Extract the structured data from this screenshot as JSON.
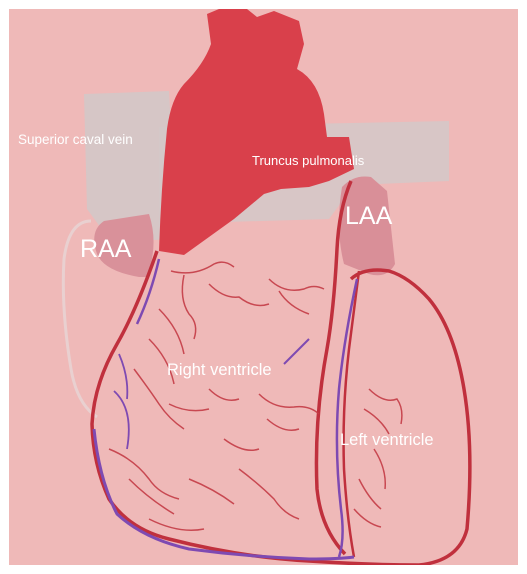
{
  "labels": {
    "superior_caval_vein": "Superior caval vein",
    "truncus_pulmonalis": "Truncus pulmonalis",
    "raa": "RAA",
    "laa": "LAA",
    "right_ventricle": "Right ventricle",
    "left_ventricle": "Left ventricle"
  },
  "colors": {
    "background": "#efb9b8",
    "vessel_gray": "#d3c8c8",
    "aorta": "#d9404b",
    "artery": "#c8303e",
    "vein": "#7e4ab2",
    "appendage": "#d98f98",
    "heart_outline": "#b8283a"
  }
}
